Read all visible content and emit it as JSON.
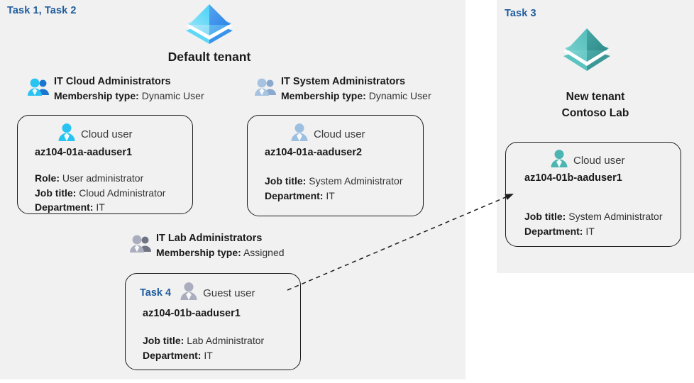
{
  "panels": {
    "left": {
      "task_tag": "Task 1, Task 2"
    },
    "right": {
      "task_tag": "Task 3"
    }
  },
  "tenants": [
    {
      "id": "default",
      "label": "Default tenant",
      "icon": "azure-ad-pyramid-icon",
      "color": "#41b4f0"
    },
    {
      "id": "contoso",
      "label_line1": "New  tenant",
      "label_line2": "Contoso Lab",
      "icon": "azure-ad-pyramid-icon",
      "color": "#4fb3ae"
    }
  ],
  "groups": [
    {
      "id": "it-cloud-administrators",
      "title": "IT Cloud Administrators",
      "membership_label": "Membership type:",
      "membership_value": "Dynamic User",
      "icon": "group-users-icon"
    },
    {
      "id": "it-system-administrators",
      "title": "IT System Administrators",
      "membership_label": "Membership type:",
      "membership_value": "Dynamic User",
      "icon": "group-users-icon"
    },
    {
      "id": "it-lab-administrators",
      "title": "IT Lab Administrators",
      "membership_label": "Membership type:",
      "membership_value": "Assigned",
      "icon": "group-users-icon"
    }
  ],
  "cards": [
    {
      "id": "az104-01a-aaduser1",
      "task": "",
      "kind": "Cloud user",
      "icon": "cloud-user-icon",
      "name": "az104-01a-aaduser1",
      "attrs": [
        {
          "label": "Role:",
          "value": "User administrator"
        },
        {
          "label": "Job title:",
          "value": "Cloud Administrator"
        },
        {
          "label": "Department:",
          "value": "IT"
        }
      ]
    },
    {
      "id": "az104-01a-aaduser2",
      "task": "",
      "kind": "Cloud user",
      "icon": "cloud-user-icon",
      "name": "az104-01a-aaduser2",
      "attrs": [
        {
          "label": "Job title:",
          "value": "System Administrator"
        },
        {
          "label": "Department:",
          "value": "IT"
        }
      ]
    },
    {
      "id": "az104-01b-aaduser1-guest",
      "task": "Task 4",
      "kind": "Guest user",
      "icon": "guest-user-icon",
      "name": "az104-01b-aaduser1",
      "attrs": [
        {
          "label": "Job title:",
          "value": "Lab Administrator"
        },
        {
          "label": "Department:",
          "value": "IT"
        }
      ]
    },
    {
      "id": "az104-01b-aaduser1-cloud",
      "task": "",
      "kind": "Cloud user",
      "icon": "cloud-user-icon",
      "name": "az104-01b-aaduser1",
      "attrs": [
        {
          "label": "Job title:",
          "value": "System Administrator"
        },
        {
          "label": "Department:",
          "value": "IT"
        }
      ]
    }
  ],
  "connector": {
    "id": "guest-to-new-tenant",
    "style": "dashed-arrow",
    "color": "#1b1b1b"
  },
  "colors": {
    "panel_bg": "#f1f1f1",
    "page_bg": "#ffffff",
    "task_blue": "#1f5c9e",
    "card_border": "#1b1b1b",
    "text": "#1a1a1a"
  }
}
